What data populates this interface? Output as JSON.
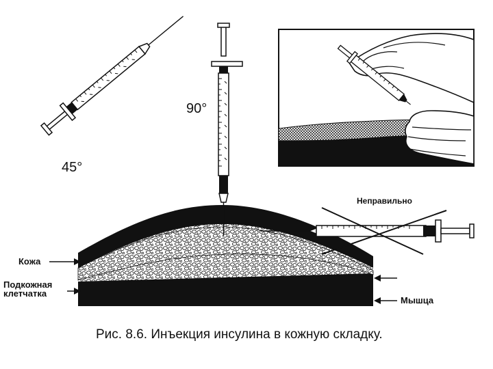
{
  "figure": {
    "angles": {
      "angle_90": "90°",
      "angle_45": "45°"
    },
    "labels": {
      "skin": "Кожа",
      "subcutaneous_line1": "Подкожная",
      "subcutaneous_line2": "клетчатка",
      "muscle": "Мышца",
      "incorrect": "Неправильно"
    },
    "caption": "Рис. 8.6. Инъекция инсулина в кожную складку."
  }
}
